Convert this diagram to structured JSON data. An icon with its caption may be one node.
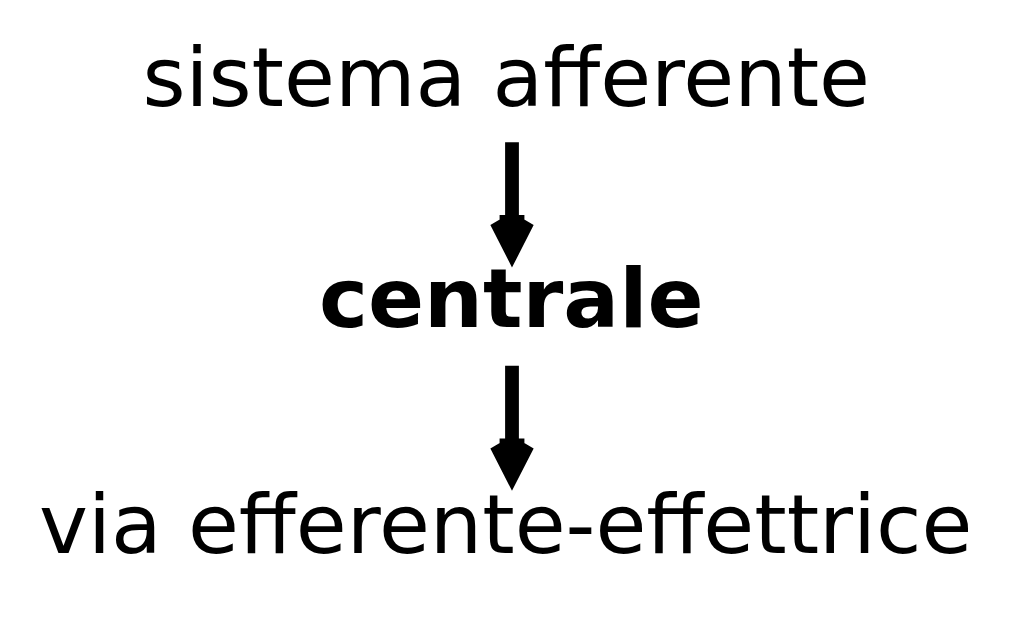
{
  "diagram": {
    "nodes": [
      {
        "text": [
          "sistema afferente"
        ]
      },
      {
        "text": [
          "centrale"
        ]
      },
      {
        "text": [
          "via efferente-effettrice"
        ]
      }
    ],
    "edges": [
      {
        "from": 0,
        "to": 1,
        "arrow": "to"
      },
      {
        "from": 1,
        "to": 2,
        "arrow": "to"
      }
    ]
  }
}
